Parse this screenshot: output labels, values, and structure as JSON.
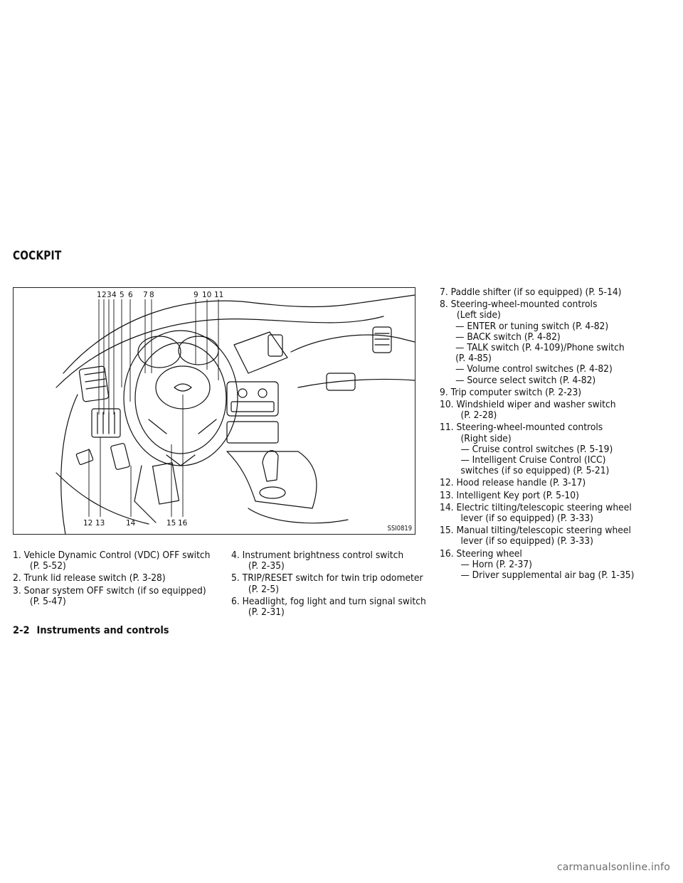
{
  "section_title": "COCKPIT",
  "figure": {
    "code": "SSI0819",
    "top_callouts": [
      "1",
      "2",
      "3",
      "4",
      "5",
      "6",
      "7",
      "8",
      "9",
      "10",
      "11"
    ],
    "bottom_callouts": [
      "12",
      "13",
      "14",
      "15",
      "16"
    ]
  },
  "items": {
    "i1": [
      "1. Vehicle Dynamic Control (VDC) OFF switch",
      "(P. 5-52)"
    ],
    "i2": [
      "2. Trunk lid release switch (P. 3-28)"
    ],
    "i3": [
      "3. Sonar system OFF switch (if so equipped)",
      "(P. 5-47)"
    ],
    "i4": [
      "4. Instrument brightness control switch",
      "(P. 2-35)"
    ],
    "i5": [
      "5. TRIP/RESET switch for twin trip odometer",
      "(P. 2-5)"
    ],
    "i6": [
      "6. Headlight, fog light and turn signal switch",
      "(P. 2-31)"
    ],
    "i7": [
      "7. Paddle shifter (if so equipped) (P. 5-14)"
    ],
    "i8": [
      "8. Steering-wheel-mounted controls",
      "(Left side)",
      "— ENTER or tuning switch (P. 4-82)",
      "— BACK switch (P. 4-82)",
      "— TALK switch (P. 4-109)/Phone switch",
      "(P. 4-85)",
      "— Volume control switches (P. 4-82)",
      "— Source select switch (P. 4-82)"
    ],
    "i9": [
      "9. Trip computer switch (P. 2-23)"
    ],
    "i10": [
      "10. Windshield wiper and washer switch",
      "(P. 2-28)"
    ],
    "i11": [
      "11. Steering-wheel-mounted controls",
      "(Right side)",
      "— Cruise control switches (P. 5-19)",
      "— Intelligent Cruise Control (ICC)",
      "switches (if so equipped) (P. 5-21)"
    ],
    "i12": [
      "12. Hood release handle (P. 3-17)"
    ],
    "i13": [
      "13. Intelligent Key port (P. 5-10)"
    ],
    "i14": [
      "14. Electric tilting/telescopic steering wheel",
      "lever (if so equipped) (P. 3-33)"
    ],
    "i15": [
      "15. Manual tilting/telescopic steering wheel",
      "lever (if so equipped) (P. 3-33)"
    ],
    "i16": [
      "16. Steering wheel",
      "— Horn (P. 2-37)",
      "— Driver supplemental air bag (P. 1-35)"
    ]
  },
  "footer": {
    "page": "2-2",
    "chapter": "Instruments and controls"
  },
  "watermark": "carmanualsonline.info"
}
